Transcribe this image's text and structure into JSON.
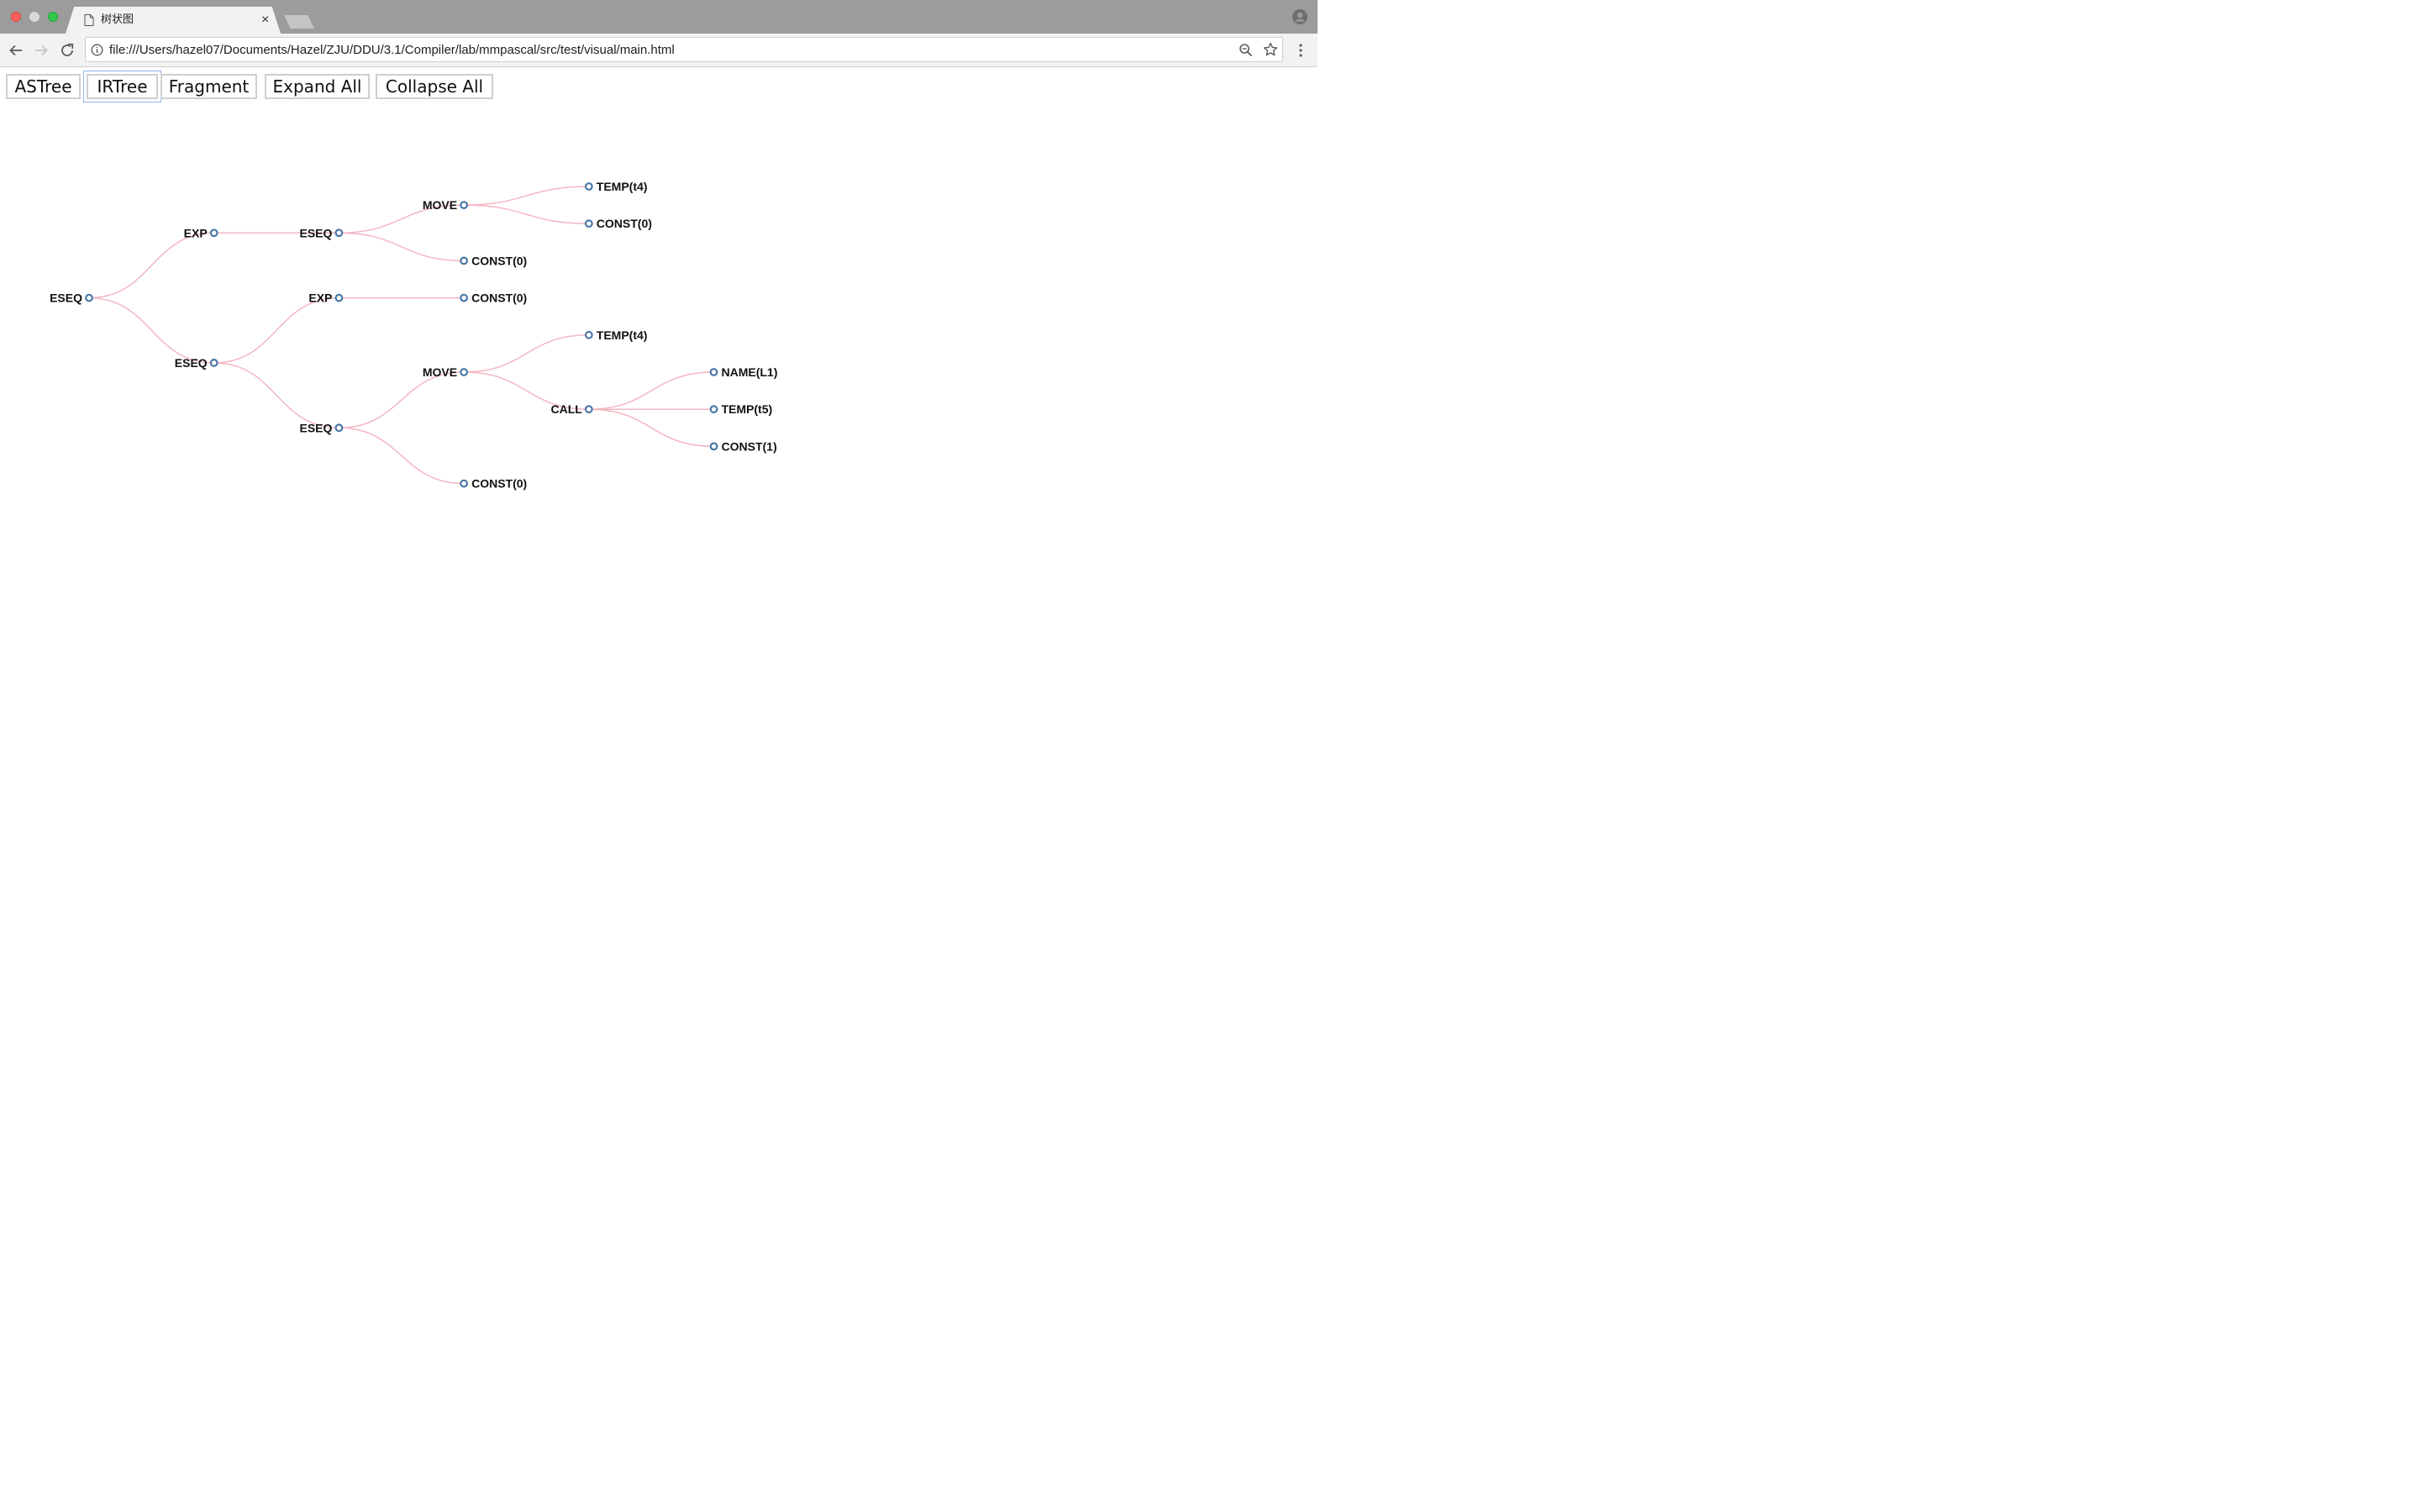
{
  "browser": {
    "tab_title": "树状图",
    "tab_close_glyph": "×",
    "url": "file:///Users/hazel07/Documents/Hazel/ZJU/DDU/3.1/Compiler/lab/mmpascal/src/test/visual/main.html",
    "icons": [
      "back-arrow-icon",
      "forward-arrow-icon",
      "reload-icon",
      "info-icon",
      "zoom-icon",
      "star-icon",
      "kebab-menu-icon",
      "profile-icon",
      "page-icon"
    ]
  },
  "buttons": [
    {
      "label": "ASTree",
      "active": false
    },
    {
      "label": "IRTree",
      "active": true
    },
    {
      "label": "Fragment",
      "active": false
    },
    {
      "label": "Expand All",
      "active": false
    },
    {
      "label": "Collapse All",
      "active": false
    }
  ],
  "colors": {
    "link": "#f4b6c2",
    "node_stroke": "#4a78a8",
    "focus_ring": "#8db6ee"
  },
  "tree": {
    "label": "ESEQ",
    "children": [
      {
        "label": "EXP",
        "children": [
          {
            "label": "ESEQ",
            "children": [
              {
                "label": "MOVE",
                "children": [
                  {
                    "label": "TEMP(t4)"
                  },
                  {
                    "label": "CONST(0)"
                  }
                ]
              },
              {
                "label": "CONST(0)"
              }
            ]
          }
        ]
      },
      {
        "label": "ESEQ",
        "children": [
          {
            "label": "EXP",
            "children": [
              {
                "label": "CONST(0)"
              }
            ]
          },
          {
            "label": "ESEQ",
            "children": [
              {
                "label": "MOVE",
                "children": [
                  {
                    "label": "TEMP(t4)"
                  },
                  {
                    "label": "CALL",
                    "children": [
                      {
                        "label": "NAME(L1)"
                      },
                      {
                        "label": "TEMP(t5)"
                      },
                      {
                        "label": "CONST(1)"
                      }
                    ]
                  }
                ]
              },
              {
                "label": "CONST(0)"
              }
            ]
          }
        ]
      }
    ]
  }
}
